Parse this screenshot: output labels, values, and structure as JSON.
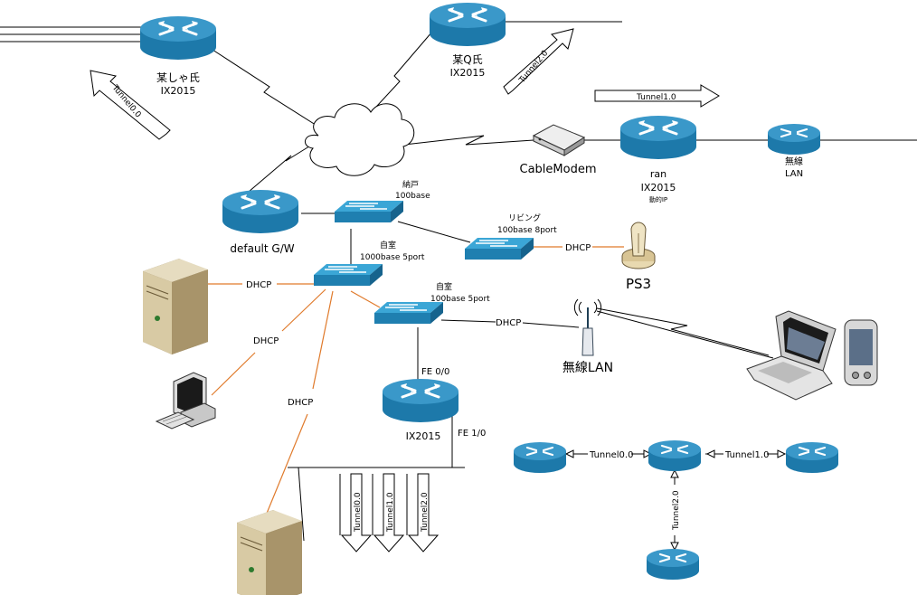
{
  "colors": {
    "router_top": "#3a98c9",
    "router_side": "#1d79aa",
    "switch_top": "#3ba6d6",
    "switch_side": "#1f7fb0",
    "dhcp_line": "#e07a2b",
    "wire": "#000000"
  },
  "routers": {
    "shiya": {
      "name": "某しゃ氏",
      "model": "IX2015"
    },
    "q": {
      "name": "某Q氏",
      "model": "IX2015"
    },
    "ran": {
      "name": "ran",
      "model": "IX2015",
      "note": "動的IP"
    },
    "wireless_lan_small": {
      "name": "無線",
      "model": "LAN"
    },
    "default_gw": {
      "name": "default G/W"
    },
    "ix_center": {
      "name": "IX2015"
    }
  },
  "switches": {
    "nando": {
      "name": "納戸",
      "spec": "100base"
    },
    "living": {
      "name": "リビング",
      "spec": "100base 8port"
    },
    "jishitsu1": {
      "name": "自室",
      "spec": "1000base 5port"
    },
    "jishitsu2": {
      "name": "自室",
      "spec": "100base 5port"
    }
  },
  "devices": {
    "cablemodem": "CableModem",
    "ps3": "PS3",
    "wireless_lan_ap": "無線LAN"
  },
  "ports": {
    "fe00": "FE 0/0",
    "fe10": "FE 1/0"
  },
  "dhcp_label": "DHCP",
  "tunnels": {
    "t0": "Tunnel0.0",
    "t1": "Tunnel1.0",
    "t2": "Tunnel2.0"
  },
  "mini_topology": {
    "left_link": "Tunnel0.0",
    "right_link": "Tunnel1.0",
    "down_link": "Tunnel2.0"
  }
}
